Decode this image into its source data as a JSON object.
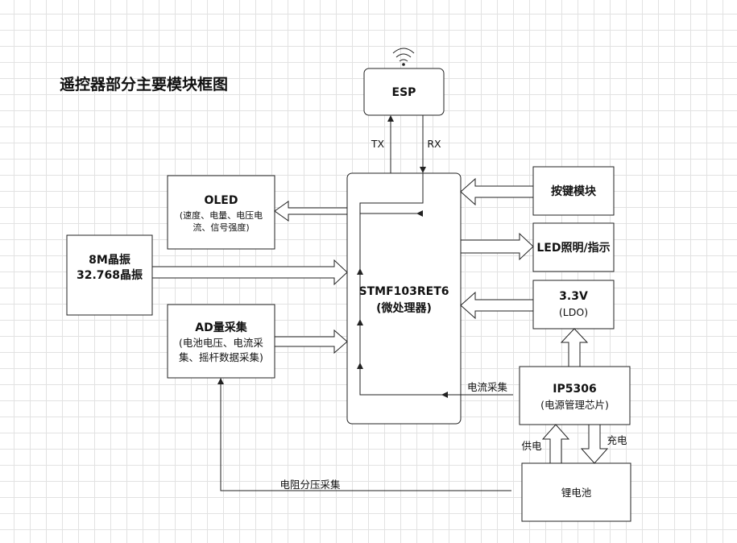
{
  "title": "遥控器部分主要模块框图",
  "icons": {
    "wifi": "wifi-icon"
  },
  "blocks": {
    "esp": {
      "label": "ESP"
    },
    "oled": {
      "label": "OLED",
      "desc_line1": "(速度、电量、电压电",
      "desc_line2": "流、信号强度)"
    },
    "crystal": {
      "line1": "8M晶振",
      "line2": "32.768晶振"
    },
    "ad": {
      "label": "AD量采集",
      "desc_line1": "(电池电压、电流采",
      "desc_line2": "集、摇杆数据采集)"
    },
    "mcu": {
      "line1": "STMF103RET6",
      "line2": "(微处理器)"
    },
    "keys": {
      "label": "按键模块"
    },
    "led": {
      "label": "LED照明/指示"
    },
    "ldo": {
      "line1": "3.3V",
      "line2": "(LDO)"
    },
    "pmic": {
      "line1": "IP5306",
      "line2": "(电源管理芯片)"
    },
    "battery": {
      "label": "锂电池"
    }
  },
  "links": {
    "tx": "TX",
    "rx": "RX",
    "current_sense": "电流采集",
    "supply": "供电",
    "charge": "充电",
    "divider_sense": "电阻分压采集"
  }
}
